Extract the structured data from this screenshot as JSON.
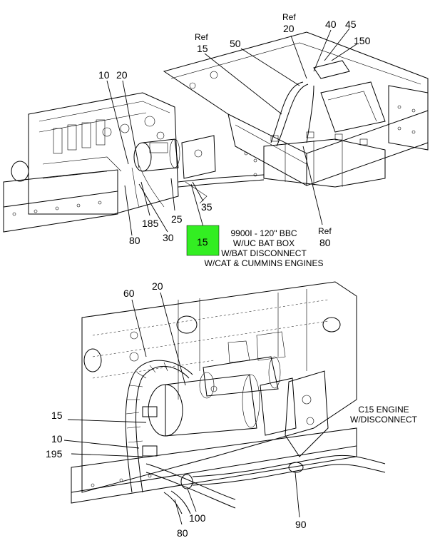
{
  "diagram": {
    "top_callouts": {
      "c50": "50",
      "c40": "40",
      "c45": "45",
      "c150": "150",
      "c10": "10",
      "c20": "20",
      "c25": "25",
      "c35": "35",
      "c80": "80",
      "c185": "185",
      "c30": "30",
      "ref15_word": "Ref",
      "ref15_num": "15",
      "ref20_word": "Ref",
      "ref20_num": "20",
      "ref80_word": "Ref",
      "ref80_num": "80"
    },
    "highlight": {
      "label": "15",
      "color": "#33ee22"
    },
    "top_note": [
      "9900I - 120\" BBC",
      "W/UC BAT BOX",
      "W/BAT DISCONNECT",
      "W/CAT & CUMMINS ENGINES"
    ],
    "bottom_callouts": {
      "c60": "60",
      "c20": "20",
      "c15": "15",
      "c10": "10",
      "c195": "195",
      "c80": "80",
      "c100": "100",
      "c90": "90"
    },
    "bottom_note": [
      "C15 ENGINE",
      "W/DISCONNECT"
    ]
  }
}
